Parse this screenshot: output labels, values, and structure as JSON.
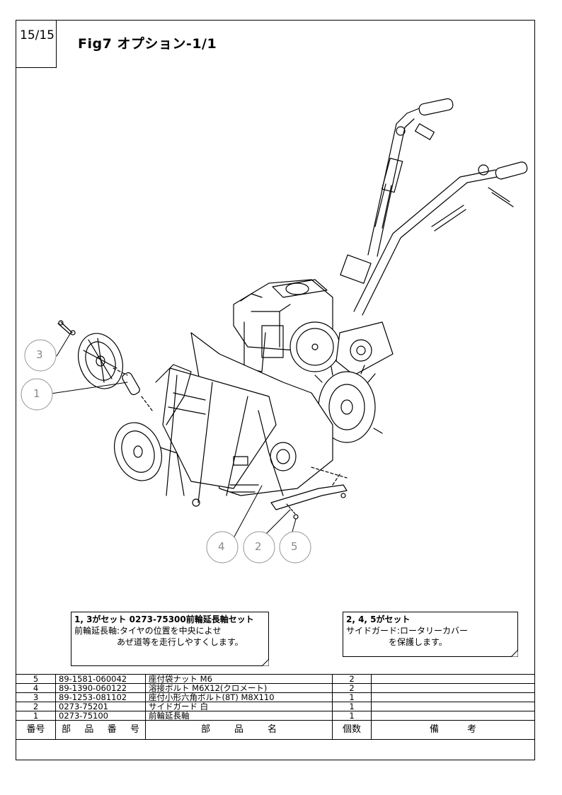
{
  "page": {
    "number": "15/15",
    "title": "Fig7 オプション-1/1"
  },
  "callouts": [
    "3",
    "1",
    "4",
    "2",
    "5"
  ],
  "notes": {
    "left": {
      "line1": "1, 3がセット 0273-75300前輪延長軸セット",
      "line2": "前輪延長軸:タイヤの位置を中央によせ",
      "line3": "　　　　　あぜ道等を走行しやすくします。"
    },
    "right": {
      "line1": "2, 4, 5がセット",
      "line2": "サイドガード:ロータリーカバー",
      "line3": "　　　　　を保護します。"
    }
  },
  "table": {
    "rows": [
      {
        "no": "5",
        "part_no": "89-1581-060042",
        "name": "座付袋ナット M6",
        "qty": "2",
        "remarks": ""
      },
      {
        "no": "4",
        "part_no": "89-1390-060122",
        "name": "溶接ボルト M6X12(クロメート)",
        "qty": "2",
        "remarks": ""
      },
      {
        "no": "3",
        "part_no": "89-1253-081102",
        "name": "座付小形六角ボルト(8T) M8X110",
        "qty": "1",
        "remarks": ""
      },
      {
        "no": "2",
        "part_no": "0273-75201",
        "name": "サイドガード 白",
        "qty": "1",
        "remarks": ""
      },
      {
        "no": "1",
        "part_no": "0273-75100",
        "name": "前輪延長軸",
        "qty": "1",
        "remarks": ""
      }
    ],
    "header": {
      "no": "番号",
      "part_no_chars": [
        "部",
        "品",
        "番",
        "号"
      ],
      "name_chars": [
        "部",
        "品",
        "名"
      ],
      "qty": "個数",
      "remarks_chars": [
        "備",
        "考"
      ]
    }
  }
}
